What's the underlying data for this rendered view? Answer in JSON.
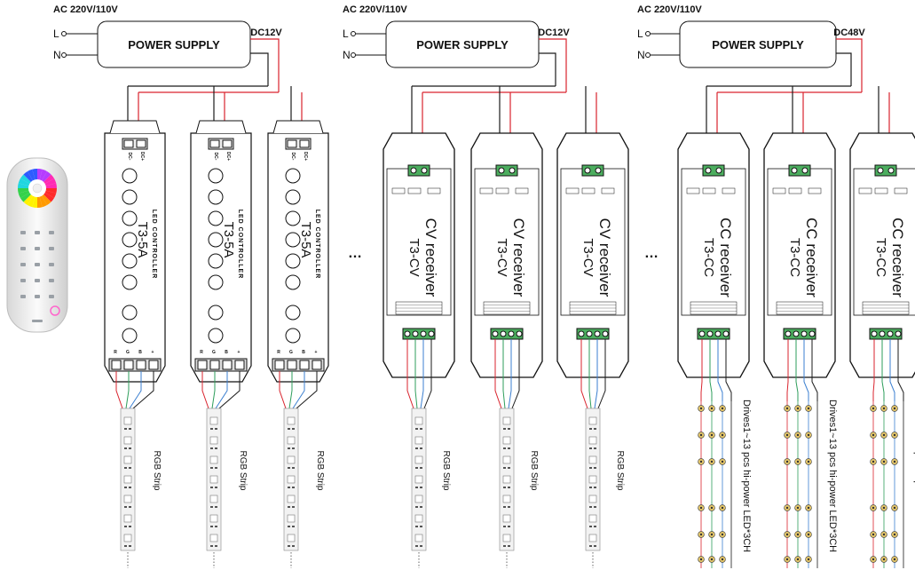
{
  "sections": [
    {
      "input_label": "AC 220V/110V",
      "line_label": "L",
      "neutral_label": "N",
      "psu_label": "POWER SUPPLY",
      "dc_label": "DC12V",
      "device_type": "controller",
      "device_model": "T3-5A",
      "device_caption": "LED  CONTROLLER",
      "input_pins": [
        "DC-",
        "DC+"
      ],
      "output_pins": [
        "R",
        "G",
        "B",
        "+"
      ],
      "load_label": "RGB Strip",
      "units": 3
    },
    {
      "input_label": "AC 220V/110V",
      "line_label": "L",
      "neutral_label": "N",
      "psu_label": "POWER SUPPLY",
      "dc_label": "DC12V",
      "device_type": "receiver",
      "device_model": "T3-CV",
      "device_caption": "CV receiver",
      "load_label": "RGB Strip",
      "units": 3
    },
    {
      "input_label": "AC 220V/110V",
      "line_label": "L",
      "neutral_label": "N",
      "psu_label": "POWER SUPPLY",
      "dc_label": "DC48V",
      "device_type": "receiver",
      "device_model": "T3-CC",
      "device_caption": "CC receiver",
      "load_label": "Drives1~13 pcs hi-power LED*3CH",
      "units": 3
    }
  ],
  "ellipsis": "…",
  "colors": {
    "wire_red": "#d9232d",
    "wire_green": "#2e9e5b",
    "wire_blue": "#3b7fd0",
    "wire_black": "#1a1a1a",
    "terminal_green": "#4cae5f",
    "strip_fill": "#f2f2f2",
    "led_body": "#e5c76b"
  },
  "remote": {
    "icon": "rgb-touch-remote-icon"
  }
}
